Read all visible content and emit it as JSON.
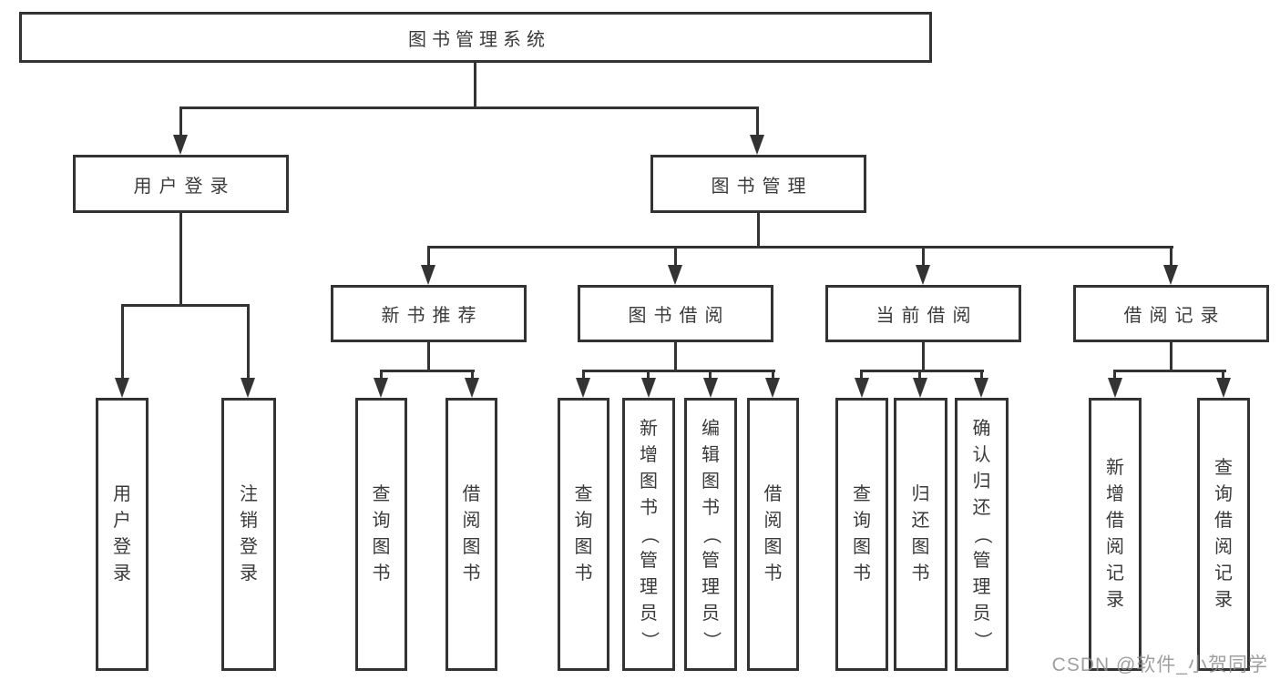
{
  "tree": {
    "label": "图书管理系统",
    "children": [
      {
        "label": "用户登录",
        "children": [
          {
            "label": "用户登录"
          },
          {
            "label": "注销登录"
          }
        ]
      },
      {
        "label": "图书管理",
        "children": [
          {
            "label": "新书推荐",
            "children": [
              {
                "label": "查询图书"
              },
              {
                "label": "借阅图书"
              }
            ]
          },
          {
            "label": "图书借阅",
            "children": [
              {
                "label": "查询图书"
              },
              {
                "label": "新增图书（管理员）"
              },
              {
                "label": "编辑图书（管理员）"
              },
              {
                "label": "借阅图书"
              }
            ]
          },
          {
            "label": "当前借阅",
            "children": [
              {
                "label": "查询图书"
              },
              {
                "label": "归还图书"
              },
              {
                "label": "确认归还（管理员）"
              }
            ]
          },
          {
            "label": "借阅记录",
            "children": [
              {
                "label": "新增借阅记录"
              },
              {
                "label": "查询借阅记录"
              }
            ]
          }
        ]
      }
    ]
  },
  "watermark": "CSDN @软件_小贺同学",
  "colors": {
    "line": "#333333",
    "text": "#3a3a3a",
    "background": "#ffffff",
    "watermark": "#8e8e8e"
  }
}
